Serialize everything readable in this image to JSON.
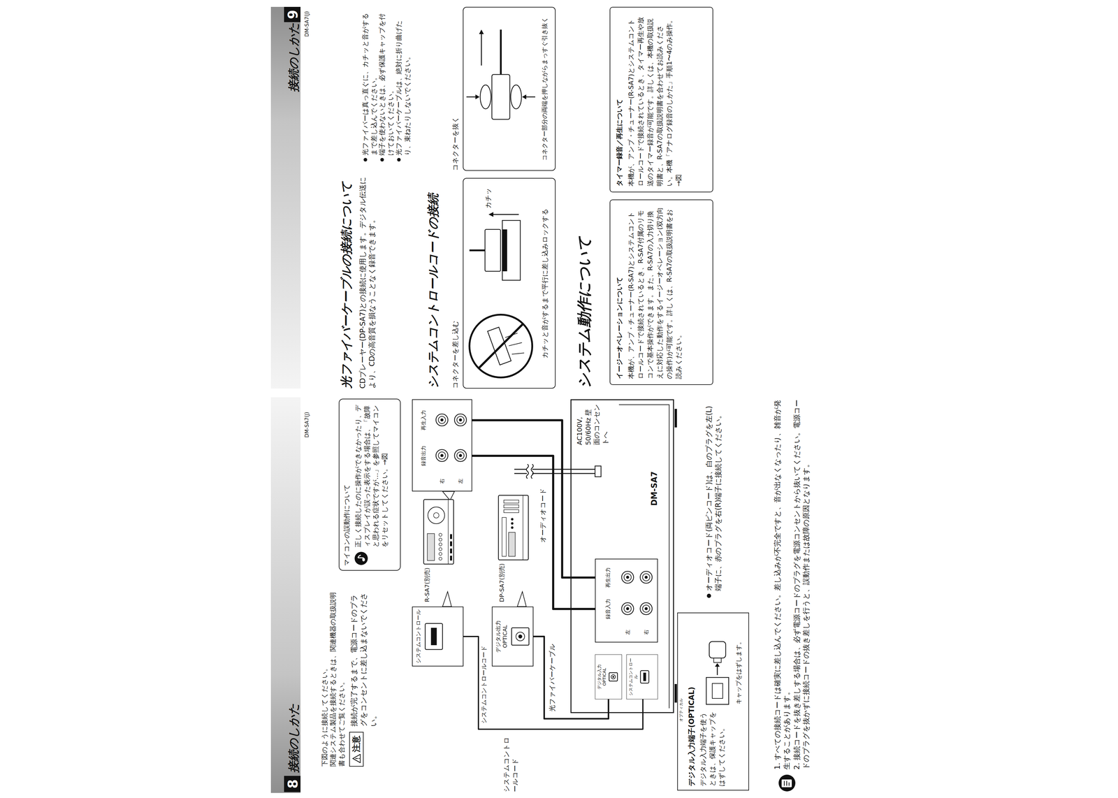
{
  "diagram": {
    "nodes": [
      {
        "text": [
          "注意",
          "接続が完了するまで、電源コードのプラグをコンセントに差し込まないでください。"
        ]
      },
      {
        "text": [
          "マイコンの誤動作について",
          "正しく接続したのに操作ができなかったり、ディスプレイが誤った表示をする場合は、「故障と思われる症状ですが…」を参照してマイコンをリセットしてください。→図"
        ]
      },
      {
        "text": [
          "R-SA7(別売)"
        ]
      },
      {
        "text": [
          "システムコントロール"
        ]
      },
      {
        "text": [
          "右",
          "左",
          "録音出力",
          "再生入力"
        ]
      },
      {
        "text": [
          "DP-SA7(別売)"
        ]
      },
      {
        "text": [
          "デジタル出力 OPTICAL"
        ]
      },
      {
        "text": [
          "DM-SA7"
        ]
      },
      {
        "text": [
          "録音入力",
          "再生出力",
          "左",
          "右"
        ],
        "in": 7
      },
      {
        "text": [
          "デジタル入力 OPTICAL"
        ],
        "in": 7
      },
      {
        "text": [
          "システムコントロール"
        ],
        "in": 7
      },
      {
        "text": [
          "デジタル入力端子(OPTICAL)",
          "デジタル入力端子を使うときは、保護キャップをはずしてください。",
          "キャップをはずします。"
        ]
      },
      {
        "text": [
          "コネクターを差し込む",
          "カチッ",
          "カチッと音がするまで平行に差し込みロックする"
        ]
      },
      {
        "text": [
          "コネクターを抜く",
          "コネクター部分の両端を押しながらまっすぐ引き抜く"
        ]
      },
      {
        "text": [
          "イージーオペレーションについて",
          "本機が、アンプ・チューナー(R-SA7)とシステムコントロールコードで接続されているとき、R-SA7付属のリモコンで基本操作ができます。また、R-SA7の入力切り換えに対応した動作をするイージーオペレーション(双方向の操作)が可能です。詳しくは、R-SA7の取扱説明書をお読みください。"
        ]
      },
      {
        "text": [
          "タイマー録音／再生について",
          "本機が、アンプ・チューナー(R-SA7)とシステムコントロールコードで接続されているとき、タイマー再生や放送のタイマー録音が可能です。詳しくは、本機の取扱説明書と、R-SA7の取扱説明書を合わせてお読みください。本機「アナログ録音のしかた」手順1〜4のみ操作。→図"
        ]
      }
    ],
    "edges": [
      {
        "from": 8,
        "to": 4,
        "label": "オーディオコード",
        "arrow": "none"
      },
      {
        "from": 8,
        "to": 4,
        "arrow": "none"
      },
      {
        "from": 9,
        "to": 6,
        "label": "光ファイバーケーブル",
        "arrow": "none"
      },
      {
        "from": 10,
        "to": 3,
        "label": "システムコントロールコード",
        "arrow": "none"
      }
    ],
    "labels": [
      "8",
      "接続のしかた",
      "DM-SA7(J)",
      "下図のように接続してください。",
      "関連システム製品を接続するときは、関連機器の取扱説明書も合わせてご覧ください。",
      "システムコントロールコード",
      "AC100V, 50/60Hz 壁面のコンセントへ",
      "オプティカル",
      "オーディオコード(両ピンコード)は、白のプラグを左(L)端子に、赤のプラグを右(R)端子に接続してください。",
      "1. すべての接続コードは確実に差し込んでください。差し込みが不完全ですと、音が出なくなったり、雑音が発生することがあります。",
      "2. 接続コードを抜き差しする場合は、必ず電源コードのプラグを電源コンセントから抜いてください。電源コードのプラグを抜かずに接続コードの抜き差しを行うと、誤動作または故障の原因となります。",
      "接続のしかた",
      "9",
      "DM-SA7(J)",
      "光ファイバーケーブルの接続について",
      "CDプレーヤー(DP-SA7)との接続に使用します。デジタル伝送により、CDの高音質を損なうことなく録音できます。",
      "光ファイバーは真っ直ぐに、カチッと音がするまで差し込んでください。",
      "端子を使わないときは、必ず保護キャップを付けておいてください。",
      "光ファイバーケーブルは、絶対に折り曲げたり、束ねたりしないでください。",
      "システムコントロールコードの接続",
      "システム動作について"
    ]
  }
}
